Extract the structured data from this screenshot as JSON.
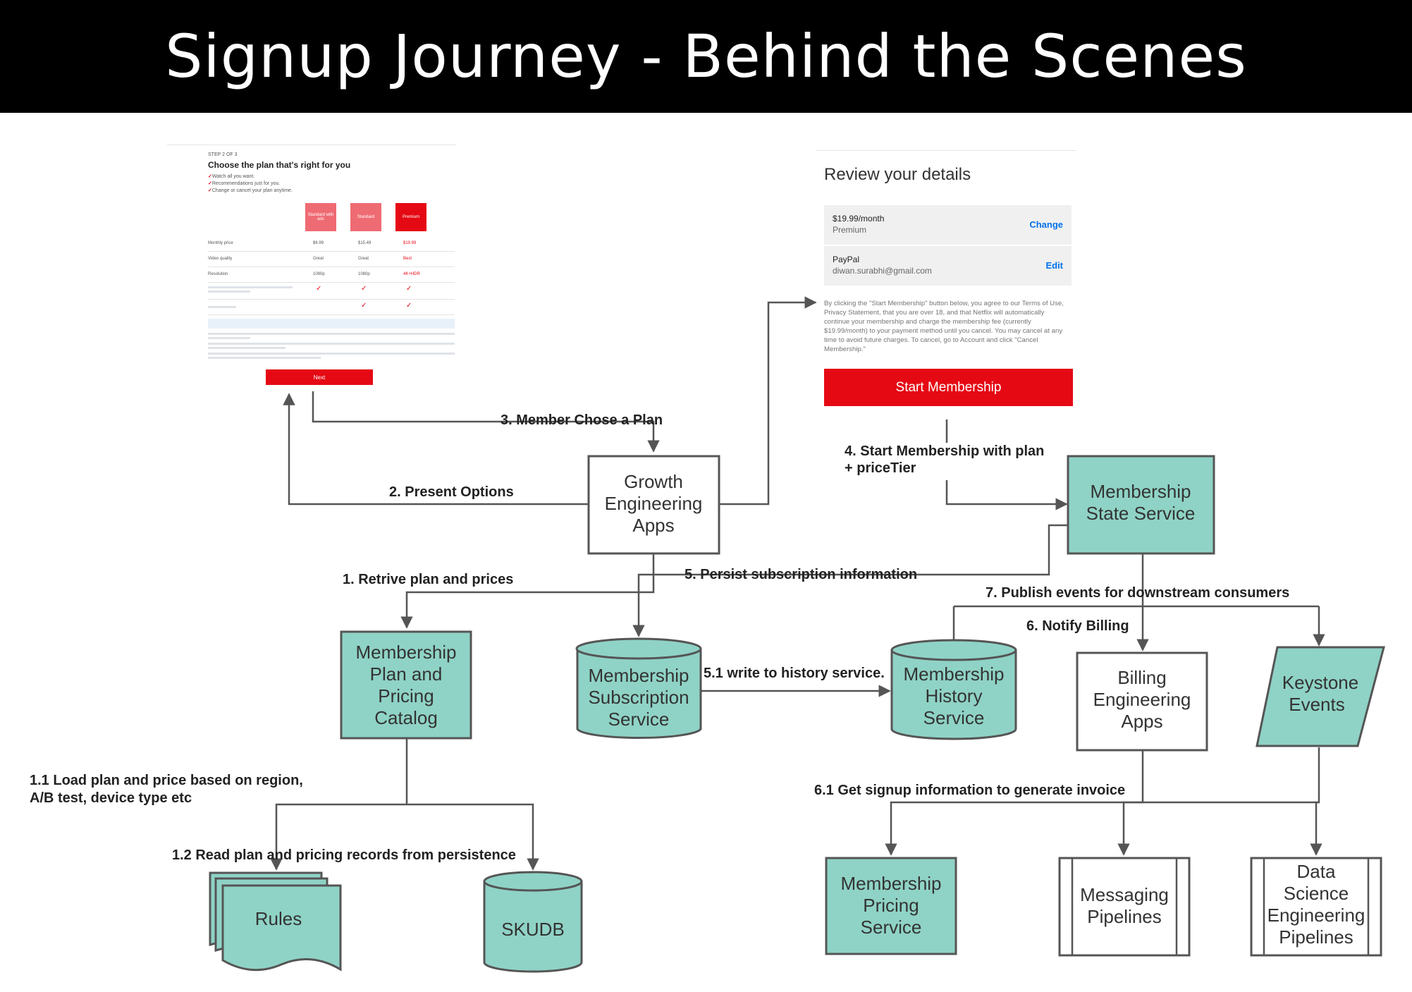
{
  "title": "Signup Journey - Behind the Scenes",
  "colors": {
    "node_fill": "#8fd3c6",
    "node_stroke": "#555555",
    "title_bg": "#000000",
    "accent_red": "#e50914"
  },
  "plan_screen": {
    "step": "STEP 2 OF 3",
    "heading": "Choose the plan that's right for you",
    "bullets": [
      "Watch all you want.",
      "Recommendations just for you.",
      "Change or cancel your plan anytime."
    ],
    "plans": [
      "Standard with ads",
      "Standard",
      "Premium"
    ],
    "rows": [
      {
        "label": "Monthly price",
        "values": [
          "$6.99",
          "$15.49",
          "$19.99"
        ]
      },
      {
        "label": "Video quality",
        "values": [
          "Great",
          "Great",
          "Best"
        ]
      },
      {
        "label": "Resolution",
        "values": [
          "1080p",
          "1080p",
          "4K+HDR"
        ]
      }
    ],
    "next_label": "Next"
  },
  "review_screen": {
    "title": "Review your details",
    "plan_price": "$19.99/month",
    "plan_name": "Premium",
    "change_label": "Change",
    "payment_method": "PayPal",
    "payment_email": "diwan.surabhi@gmail.com",
    "edit_label": "Edit",
    "legal_text": "By clicking the \"Start Membership\" button below, you agree to our Terms of Use, Privacy Statement, that you are over 18, and that Netflix will automatically continue your membership and charge the membership fee (currently $19.99/month) to your payment method until you cancel. You may cancel at any time to avoid future charges. To cancel, go to Account and click \"Cancel Membership.\"",
    "start_label": "Start Membership"
  },
  "nodes": {
    "growth": [
      "Growth",
      "Engineering",
      "Apps"
    ],
    "state": [
      "Membership",
      "State Service"
    ],
    "catalog": [
      "Membership",
      "Plan and",
      "Pricing",
      "Catalog"
    ],
    "subscription": [
      "Membership",
      "Subscription",
      "Service"
    ],
    "history": [
      "Membership",
      "History",
      "Service"
    ],
    "billing": [
      "Billing",
      "Engineering",
      "Apps"
    ],
    "keystone": [
      "Keystone",
      "Events"
    ],
    "rules": [
      "Rules"
    ],
    "skudb": [
      "SKUDB"
    ],
    "pricing": [
      "Membership",
      "Pricing",
      "Service"
    ],
    "messaging": [
      "Messaging",
      "Pipelines"
    ],
    "datasci": [
      "Data",
      "Science",
      "Engineering",
      "Pipelines"
    ]
  },
  "edges": {
    "e3": "3. Member Chose a Plan",
    "e2": "2. Present Options",
    "e4a": "4. Start Membership with plan",
    "e4b": "+ priceTier",
    "e1": "1. Retrive plan and prices",
    "e5": "5. Persist subscription information",
    "e7": "7. Publish events for downstream consumers",
    "e6": "6. Notify Billing",
    "e51": "5.1  write to history service.",
    "e11a": "1.1 Load plan and price based on region,",
    "e11b": "A/B test, device type etc",
    "e12": "1.2 Read plan and pricing records from persistence",
    "e61": "6.1 Get signup information to generate invoice"
  }
}
